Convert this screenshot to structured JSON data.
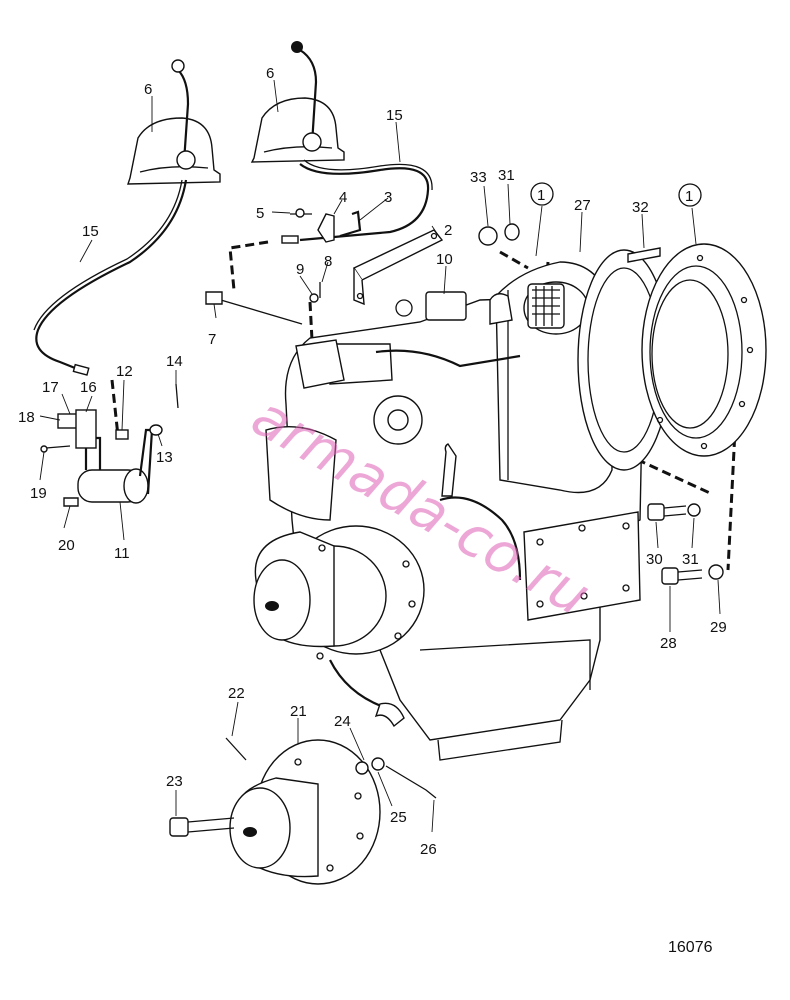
{
  "diagram": {
    "drawing_number": "16076",
    "watermark": "armada-co.ru",
    "callouts": {
      "c1a": "1",
      "c1b": "1",
      "c2": "2",
      "c3": "3",
      "c4": "4",
      "c5": "5",
      "c6a": "6",
      "c6b": "6",
      "c7": "7",
      "c8": "8",
      "c9": "9",
      "c10": "10",
      "c11": "11",
      "c12": "12",
      "c13": "13",
      "c14": "14",
      "c15a": "15",
      "c15b": "15",
      "c16": "16",
      "c17": "17",
      "c18": "18",
      "c19": "19",
      "c20": "20",
      "c21": "21",
      "c22": "22",
      "c23": "23",
      "c24": "24",
      "c25": "25",
      "c26": "26",
      "c27": "27",
      "c28": "28",
      "c29": "29",
      "c30": "30",
      "c31a": "31",
      "c31b": "31",
      "c32": "32",
      "c33": "33"
    }
  }
}
